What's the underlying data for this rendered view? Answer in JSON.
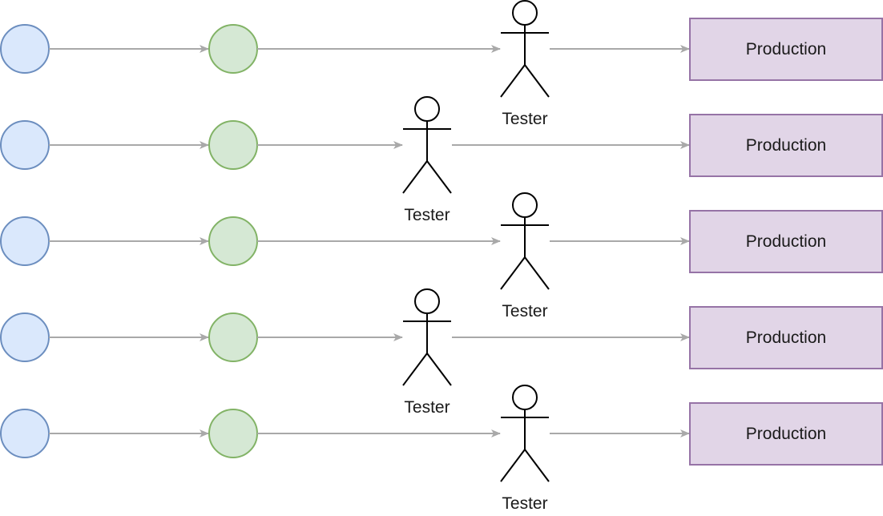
{
  "colors": {
    "start_fill": "#dae8fc",
    "start_stroke": "#6c8ebf",
    "mid_fill": "#d5e8d4",
    "mid_stroke": "#82b366",
    "box_fill": "#e1d5e7",
    "box_stroke": "#9673a6",
    "arrow": "#a9a9a9",
    "actor_stroke": "#000000"
  },
  "rows": [
    {
      "actor_label": "Tester",
      "box_label": "Production",
      "actor_column": "right"
    },
    {
      "actor_label": "Tester",
      "box_label": "Production",
      "actor_column": "left"
    },
    {
      "actor_label": "Tester",
      "box_label": "Production",
      "actor_column": "right"
    },
    {
      "actor_label": "Tester",
      "box_label": "Production",
      "actor_column": "left"
    },
    {
      "actor_label": "Tester",
      "box_label": "Production",
      "actor_column": "right"
    }
  ]
}
